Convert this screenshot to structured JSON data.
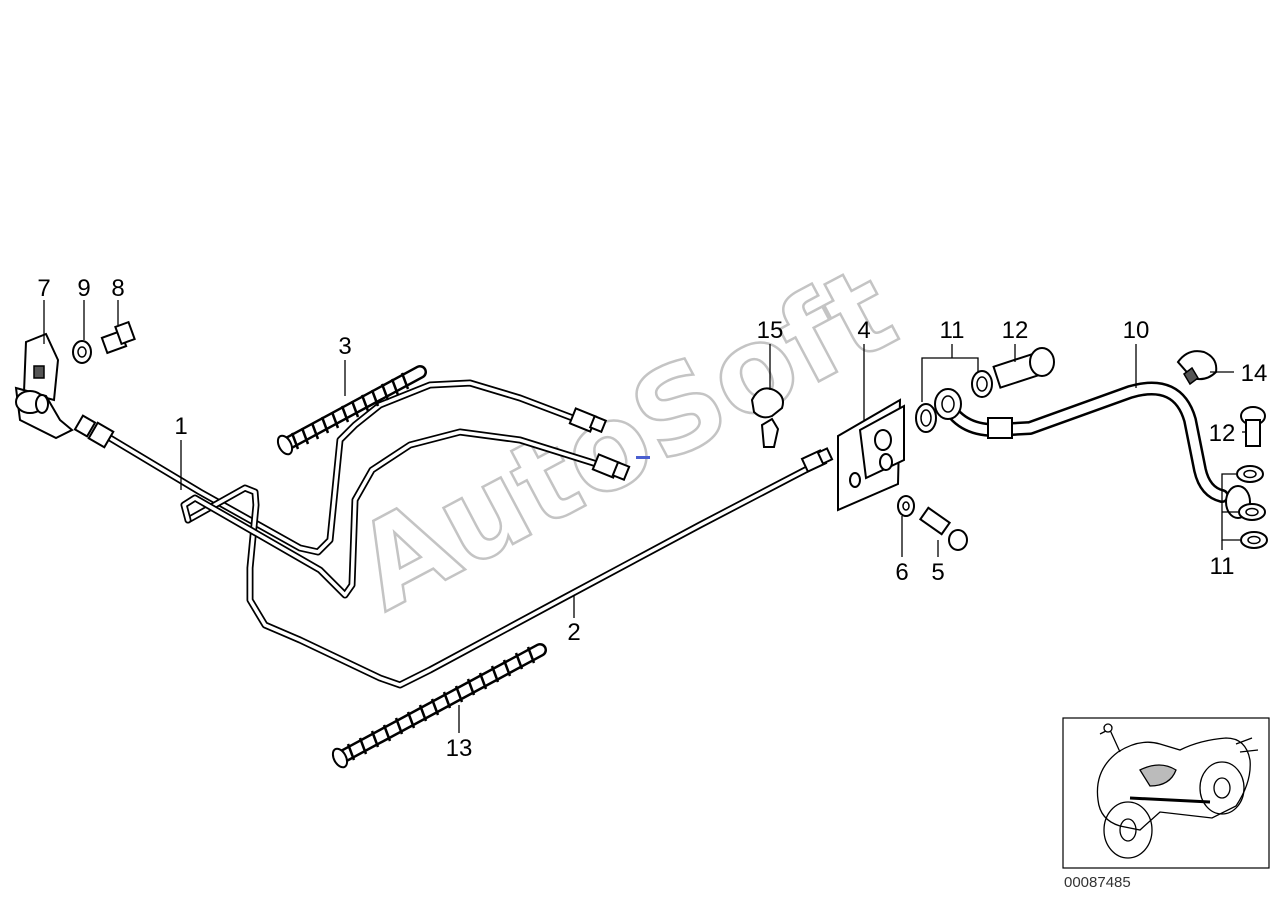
{
  "diagram": {
    "id": "00087485",
    "watermark": "AutoSoft",
    "callouts": [
      {
        "id": "c1",
        "text": "1"
      },
      {
        "id": "c2",
        "text": "2"
      },
      {
        "id": "c3",
        "text": "3"
      },
      {
        "id": "c4",
        "text": "4"
      },
      {
        "id": "c5",
        "text": "5"
      },
      {
        "id": "c6",
        "text": "6"
      },
      {
        "id": "c7",
        "text": "7"
      },
      {
        "id": "c8",
        "text": "8"
      },
      {
        "id": "c9",
        "text": "9"
      },
      {
        "id": "c10",
        "text": "10"
      },
      {
        "id": "c11a",
        "text": "11"
      },
      {
        "id": "c11b",
        "text": "11"
      },
      {
        "id": "c12a",
        "text": "12"
      },
      {
        "id": "c12b",
        "text": "12"
      },
      {
        "id": "c13",
        "text": "13"
      },
      {
        "id": "c14",
        "text": "14"
      },
      {
        "id": "c15",
        "text": "15"
      }
    ]
  }
}
